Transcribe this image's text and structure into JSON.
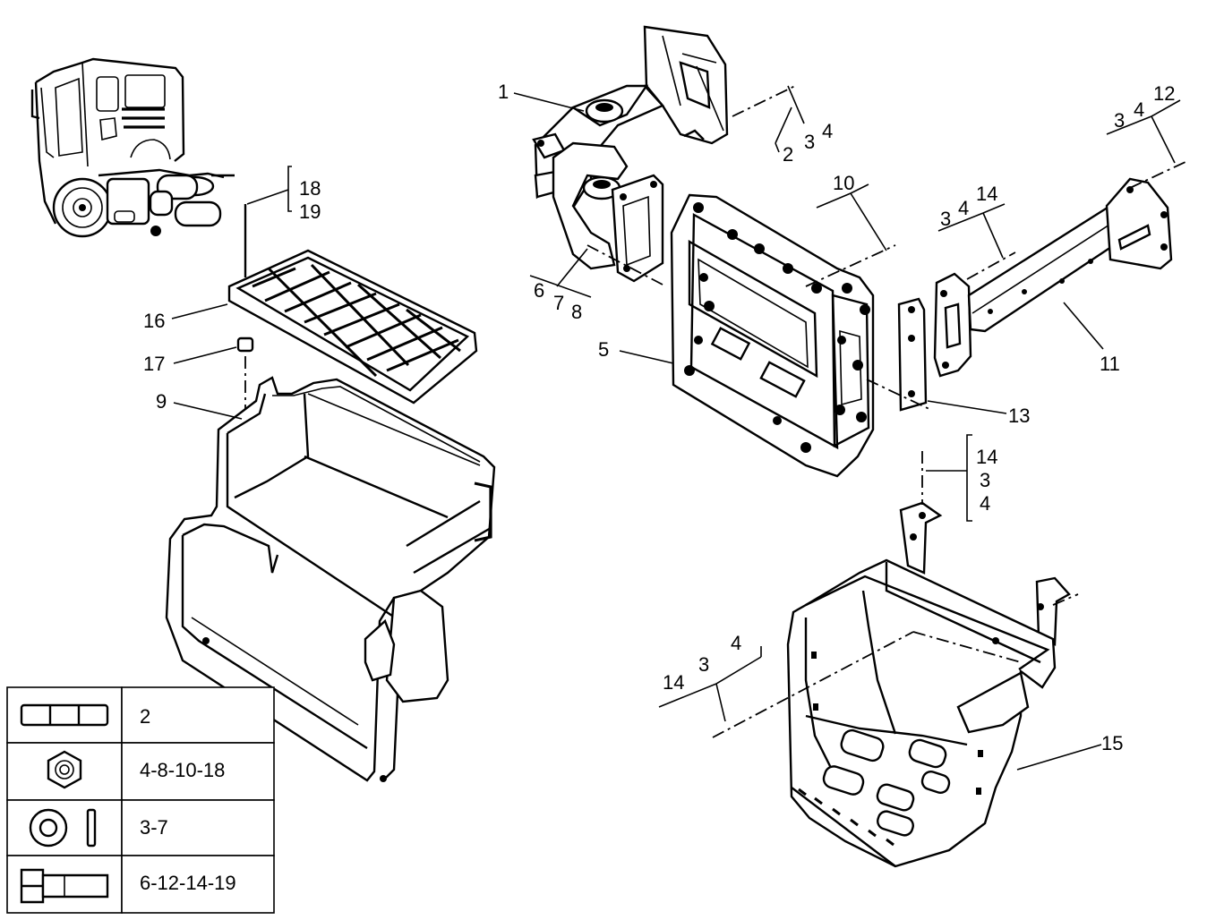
{
  "diagram": {
    "callouts": {
      "c1": "1",
      "c5": "5",
      "c9": "9",
      "c11": "11",
      "c13": "13",
      "c15": "15",
      "c16": "16",
      "c17": "17"
    },
    "groups": {
      "top_2": "2",
      "top_3": "3",
      "top_4": "4",
      "left_6": "6",
      "left_7": "7",
      "left_8": "8",
      "g10": "10",
      "mid_3": "3",
      "mid_4": "4",
      "mid_14": "14",
      "right_3": "3",
      "right_4": "4",
      "right_12": "12",
      "g18": "18",
      "g19": "19",
      "vert_14": "14",
      "vert_3": "3",
      "vert_4": "4",
      "low_14": "14",
      "low_3": "3",
      "low_4": "4"
    },
    "legend": [
      {
        "icon": "spacer-icon",
        "label": "2"
      },
      {
        "icon": "hex-nut-icon",
        "label": "4-8-10-18"
      },
      {
        "icon": "washer-icon",
        "label": "3-7"
      },
      {
        "icon": "bolt-icon",
        "label": "6-12-14-19"
      }
    ]
  }
}
